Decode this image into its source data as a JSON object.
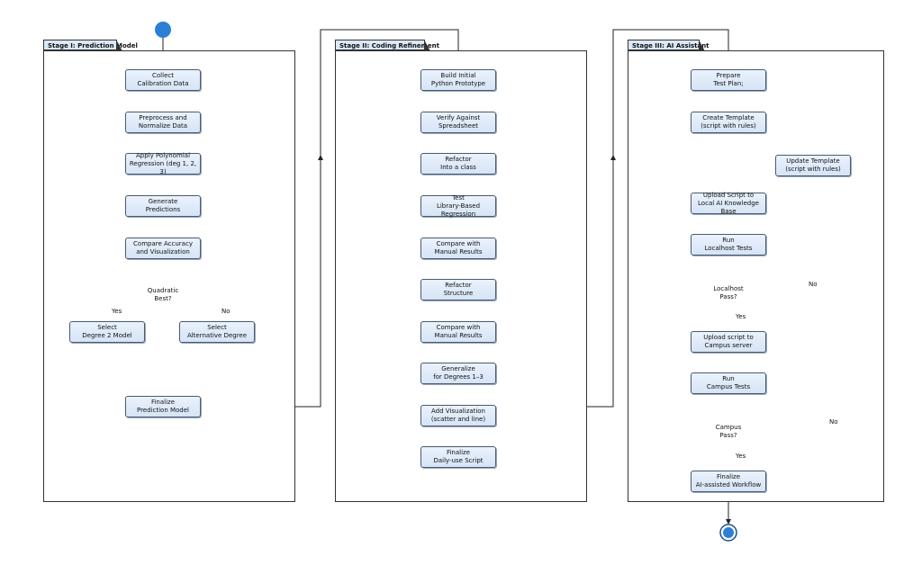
{
  "lanes": [
    {
      "title": "Stage I: Prediction Model"
    },
    {
      "title": "Stage II: Coding Refinement"
    },
    {
      "title": "Stage III: AI Assistant"
    }
  ],
  "stage1": {
    "collect": "Collect\nCalibration Data",
    "preprocess": "Preprocess and\nNormalize Data",
    "regression": "Apply Polynomial\nRegression (deg 1, 2, 3)",
    "generate": "Generate\nPredictions",
    "compare": "Compare Accuracy\nand Visualization",
    "decision": "Quadratic\nBest?",
    "yes_label": "Yes",
    "no_label": "No",
    "select2": "Select\nDegree 2 Model",
    "select_alt": "Select\nAlternative Degree",
    "finalize": "Finalize\nPrediction Model"
  },
  "stage2": {
    "build": "Build Initial\nPython Prototype",
    "verify": "Verify Against\nSpreadsheet",
    "refactor_class": "Refactor\nInto a class",
    "test": "Test\nLibrary-Based Regression",
    "compare1": "Compare with\nManual Results",
    "refactor_structure": "Refactor\nStructure",
    "compare2": "Compare with\nManual Results",
    "generalize": "Generalize\nfor Degrees 1–3",
    "visualize": "Add Visualization\n(scatter and line)",
    "finalize": "Finalize\nDaily-use Script"
  },
  "stage3": {
    "prepare": "Prepare\nTest Plan;",
    "create": "Create Template\n(script with rules)",
    "update": "Update Template\n(script with rules)",
    "upload_local": "Upload Script to\nLocal AI Knowledge Base",
    "run_local": "Run\nLocalhost Tests",
    "local_pass": "Localhost\nPass?",
    "local_yes": "Yes",
    "local_no": "No",
    "upload_campus": "Upload script to\nCampus server",
    "run_campus": "Run\nCampus Tests",
    "campus_pass": "Campus\nPass?",
    "campus_yes": "Yes",
    "campus_no": "No",
    "finalize": "Finalize\nAI-assisted Workflow"
  },
  "colors": {
    "start": "#2d7fd6",
    "node_fill": "#dde8f6",
    "stroke": "#333333"
  }
}
